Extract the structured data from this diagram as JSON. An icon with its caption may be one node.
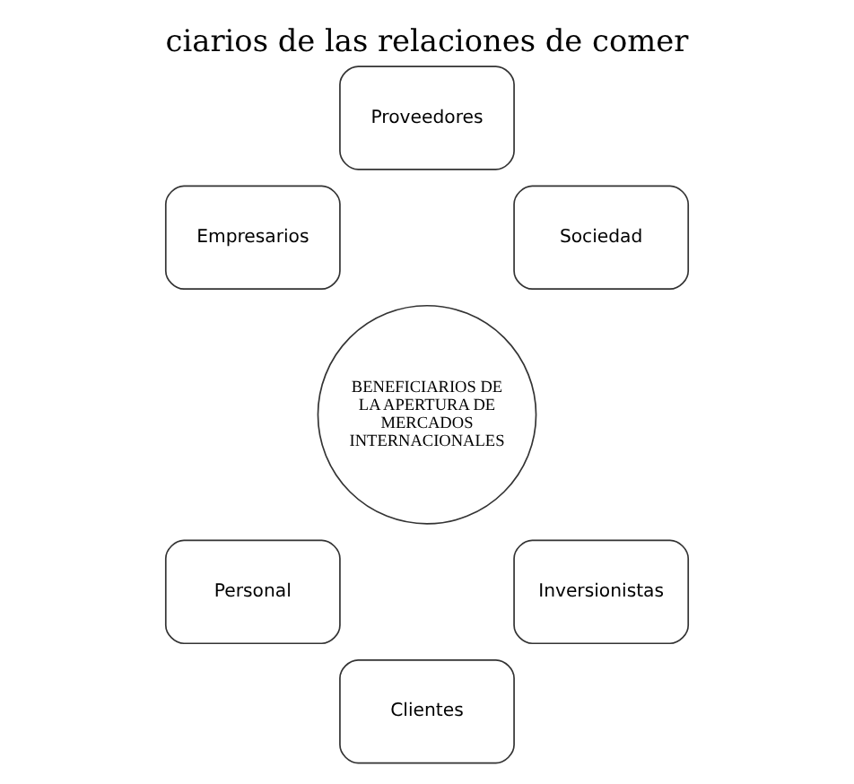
{
  "diagram": {
    "title": "ciarios de las relaciones de comer",
    "nodes": [
      {
        "text": [
          "Proveedores"
        ]
      },
      {
        "text": [
          "Empresarios"
        ]
      },
      {
        "text": [
          "Sociedad"
        ]
      },
      {
        "text": [
          "BENEFICIARIOS DE LA APERTURA DE MERCADOS INTERNACIONALES"
        ]
      },
      {
        "text": [
          "Personal"
        ]
      },
      {
        "text": [
          "Inversionistas"
        ]
      },
      {
        "text": [
          "Clientes"
        ]
      }
    ],
    "edges": []
  }
}
